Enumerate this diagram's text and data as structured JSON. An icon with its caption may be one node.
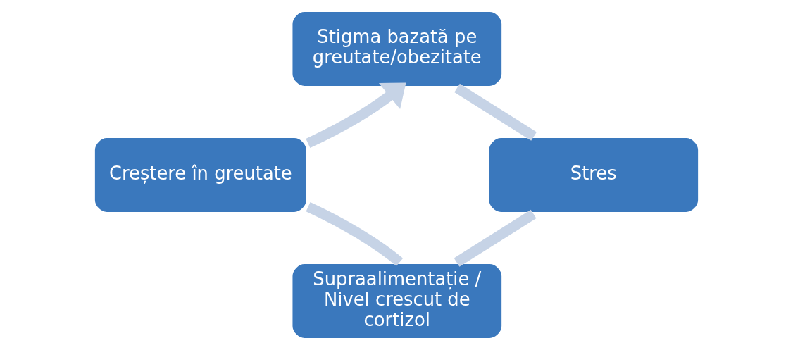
{
  "diagram": {
    "nodes": [
      {
        "text": [
          "Stigma bazată pe greutate/obezitate"
        ]
      },
      {
        "text": [
          "Stres"
        ]
      },
      {
        "text": [
          "Supraalimentație / Nivel crescut de cortizol"
        ]
      },
      {
        "text": [
          "Creștere în greutate"
        ]
      }
    ],
    "edges": [
      {
        "from": 0,
        "to": 1,
        "arrow": "none"
      },
      {
        "from": 1,
        "to": 2,
        "arrow": "none"
      },
      {
        "from": 2,
        "to": 3,
        "arrow": "none"
      },
      {
        "from": 3,
        "to": 0,
        "arrow": "to"
      }
    ]
  }
}
